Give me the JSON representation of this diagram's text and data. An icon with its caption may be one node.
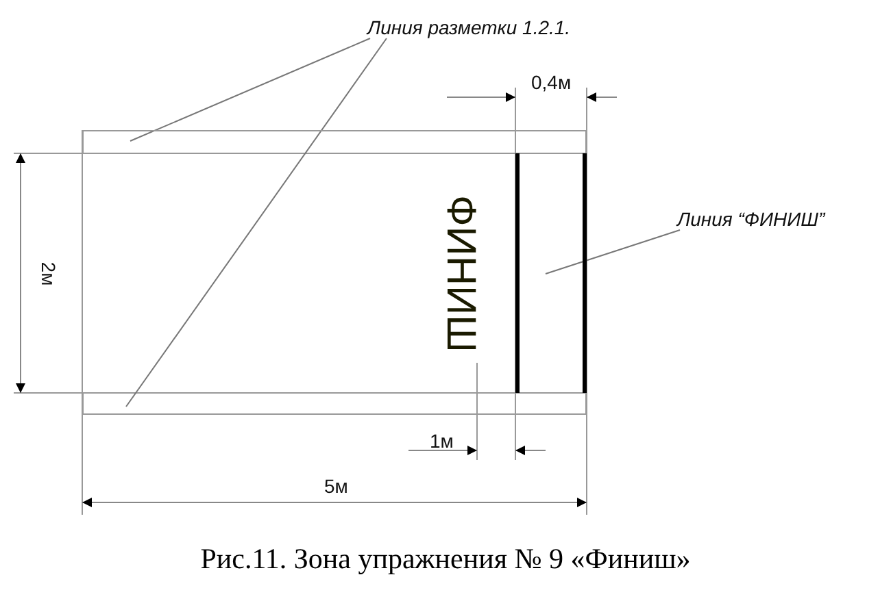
{
  "diagram": {
    "caption": "Рис.11. Зона упражнения № 9 «Финиш»",
    "nodes": [
      {
        "text": [
          "Линия разметки 1.2.1."
        ]
      },
      {
        "text": [],
        "shape": "box"
      },
      {
        "text": [],
        "shape": "box"
      },
      {
        "text": [
          "Линия “ФИНИШ”"
        ]
      },
      {
        "text": [],
        "shape": "box"
      }
    ],
    "edges": [
      {
        "from": 0,
        "to": 1,
        "arrow": "none"
      },
      {
        "from": 0,
        "to": 2,
        "arrow": "none"
      },
      {
        "from": 3,
        "to": 4,
        "arrow": "none"
      }
    ],
    "labels": [
      "ФИНИШ",
      "0,4м",
      "2м",
      "1м",
      "5м"
    ]
  }
}
